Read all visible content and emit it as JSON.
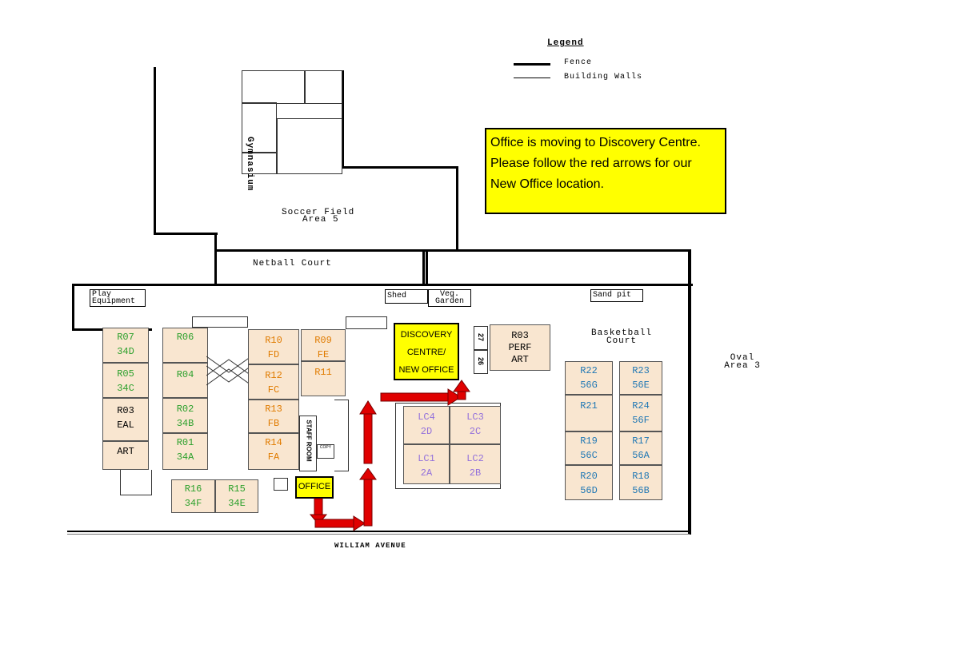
{
  "legend": {
    "title": "Legend",
    "items": [
      {
        "label": "Fence"
      },
      {
        "label": "Building Walls"
      }
    ]
  },
  "notice": {
    "lines": [
      "Office is moving to Discovery Centre.",
      "Please follow the red arrows for our",
      "New Office location."
    ],
    "color": "#ffff00"
  },
  "areas": {
    "gymnasium": "Gymnasium",
    "soccer_field_1": "Soccer Field",
    "soccer_field_2": "Area 5",
    "netball_court": "Netball Court",
    "play_equipment_1": "Play",
    "play_equipment_2": "Equipment",
    "shed": "Shed",
    "veg_garden_1": "Veg.",
    "veg_garden_2": "Garden",
    "sand_pit": "Sand pit",
    "basketball_1": "Basketball",
    "basketball_2": "Court",
    "oval_1": "Oval",
    "oval_2": "Area 3",
    "street": "WILLIAM AVENUE",
    "staff_room": "STAFF ROOM",
    "copy": "COPY",
    "room_26": "26",
    "room_27": "27"
  },
  "rooms": {
    "r07": {
      "name": "R07",
      "code": "34D"
    },
    "r06": {
      "name": "R06",
      "code": ""
    },
    "r05": {
      "name": "R05",
      "code": "34C"
    },
    "r04": {
      "name": "R04",
      "code": ""
    },
    "r03": {
      "name": "R03",
      "code": "EAL"
    },
    "art": {
      "name": "ART"
    },
    "r02": {
      "name": "R02",
      "code": "34B"
    },
    "r01": {
      "name": "R01",
      "code": "34A"
    },
    "r16": {
      "name": "R16",
      "code": "34F"
    },
    "r15": {
      "name": "R15",
      "code": "34E"
    },
    "r10": {
      "name": "R10",
      "code": "FD"
    },
    "r09": {
      "name": "R09",
      "code": "FE"
    },
    "r12": {
      "name": "R12",
      "code": "FC"
    },
    "r11": {
      "name": "R11",
      "code": ""
    },
    "r13": {
      "name": "R13",
      "code": "FB"
    },
    "r14": {
      "name": "R14",
      "code": "FA"
    },
    "lc4": {
      "name": "LC4",
      "code": "2D"
    },
    "lc3": {
      "name": "LC3",
      "code": "2C"
    },
    "lc1": {
      "name": "LC1",
      "code": "2A"
    },
    "lc2": {
      "name": "LC2",
      "code": "2B"
    },
    "r03perf": {
      "name": "R03",
      "line2": "PERF",
      "line3": "ART"
    },
    "r22": {
      "name": "R22",
      "code": "56G"
    },
    "r23": {
      "name": "R23",
      "code": "56E"
    },
    "r21": {
      "name": "R21",
      "code": ""
    },
    "r24": {
      "name": "R24",
      "code": "56F"
    },
    "r19": {
      "name": "R19",
      "code": "56C"
    },
    "r17": {
      "name": "R17",
      "code": "56A"
    },
    "r20": {
      "name": "R20",
      "code": "56D"
    },
    "r18": {
      "name": "R18",
      "code": "56B"
    }
  },
  "discovery": {
    "line1": "DISCOVERY",
    "line2": "CENTRE/",
    "line3": "NEW OFFICE"
  },
  "office": {
    "label": "OFFICE"
  },
  "colors": {
    "room_fill": "#f9e6d0",
    "green": "#2ca02c",
    "orange": "#e07b00",
    "purple": "#9370db",
    "blue": "#1f77b4",
    "arrow": "#e00000"
  }
}
